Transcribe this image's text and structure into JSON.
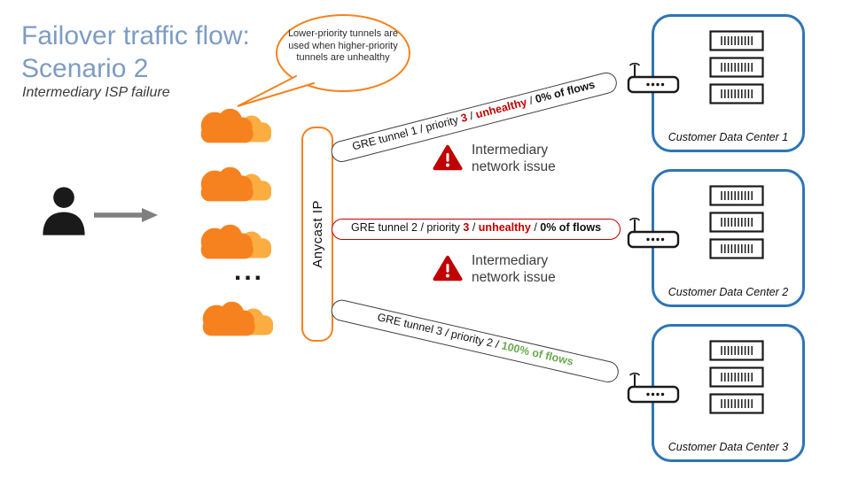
{
  "title": {
    "line1": "Failover traffic flow:",
    "line2": "Scenario 2",
    "subtitle": "Intermediary ISP failure"
  },
  "callout": {
    "text": "Lower-priority tunnels are used when higher-priority tunnels are unhealthy"
  },
  "clouds": {
    "dots": "..."
  },
  "anycast": {
    "label": "Anycast IP"
  },
  "tunnels": [
    {
      "prefix": "GRE tunnel 1 / priority ",
      "priority": "3",
      "sep1": " / ",
      "status": "unhealthy",
      "sep2": " / ",
      "flows": "0% of flows"
    },
    {
      "prefix": "GRE tunnel 2 / priority ",
      "priority": "3",
      "sep1": " / ",
      "status": "unhealthy",
      "sep2": " / ",
      "flows": "0% of flows"
    },
    {
      "prefix": "GRE tunnel 3 / priority 2 / ",
      "flows": "100% of flows"
    }
  ],
  "warnings": [
    {
      "text": "Intermediary\nnetwork issue"
    },
    {
      "text": "Intermediary\nnetwork issue"
    }
  ],
  "datacenters": [
    {
      "label": "Customer Data Center 1"
    },
    {
      "label": "Customer Data Center 2"
    },
    {
      "label": "Customer Data Center 3"
    }
  ],
  "colors": {
    "orange": "#F6821F",
    "orange_light": "#FBAD41",
    "red": "#C00000",
    "green": "#6AA84F",
    "blue": "#2E75B6",
    "title_blue": "#7D9CC3",
    "arrow_gray": "#7F7F7F"
  }
}
